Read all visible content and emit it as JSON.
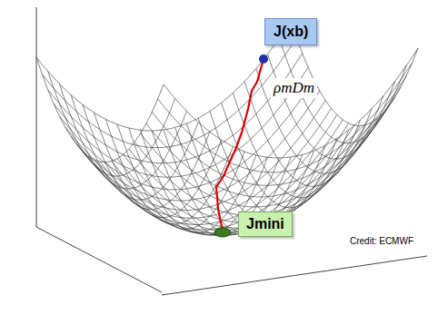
{
  "diagram": {
    "nodes": [
      {
        "text": [
          "J(xb)"
        ]
      },
      {
        "text": [
          "Jmini"
        ]
      }
    ],
    "labels": [
      "ρmDm",
      "Credit: ECMWF"
    ]
  }
}
